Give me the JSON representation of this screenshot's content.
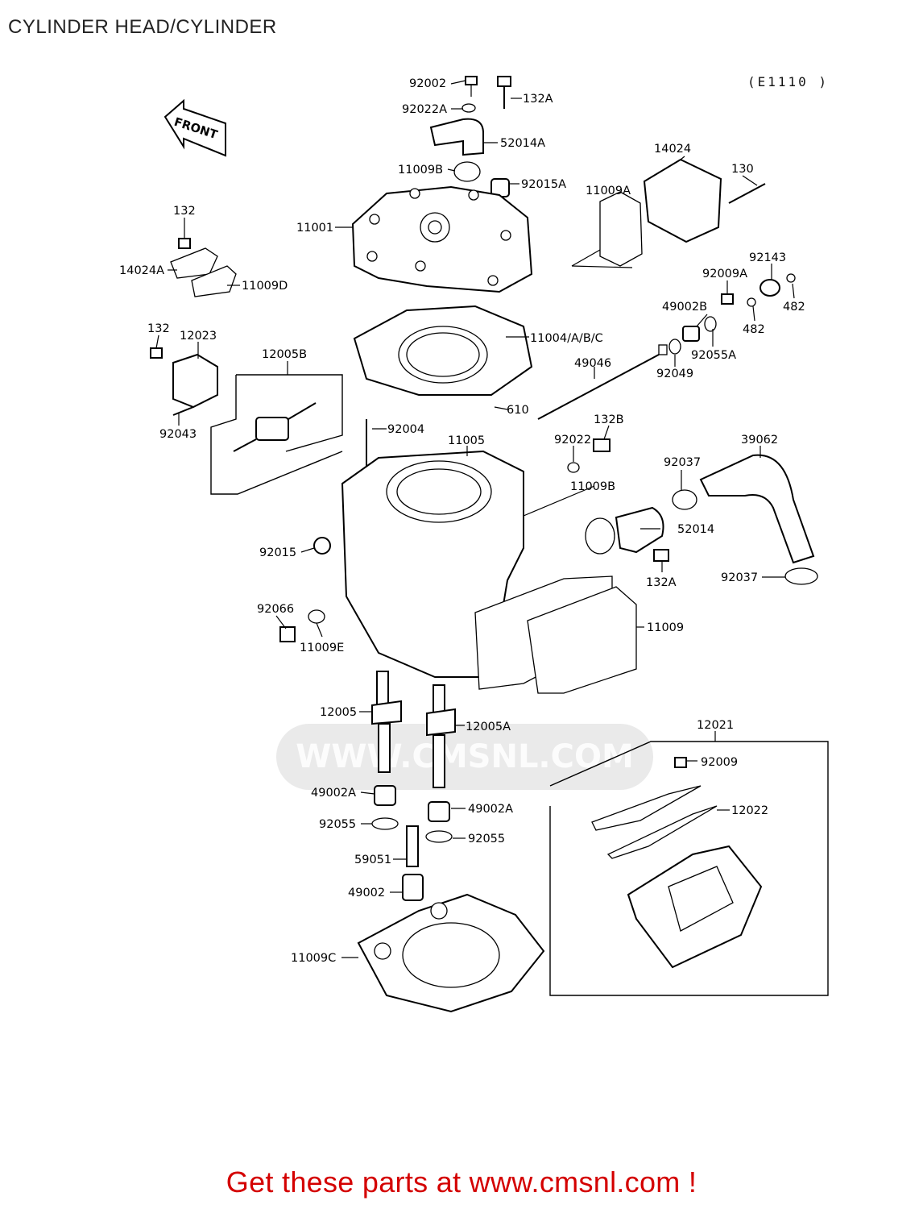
{
  "title": "CYLINDER HEAD/CYLINDER",
  "diagram_code": "(E1110 )",
  "front_arrow_label": "FRONT",
  "watermark": "WWW.CMSNL.COM",
  "footer": "Get these parts at www.cmsnl.com !",
  "callouts": [
    "92002",
    "132A",
    "92022A",
    "52014A",
    "11009B",
    "92015A",
    "11001",
    "14024",
    "130",
    "11009A",
    "132",
    "14024A",
    "11009D",
    "92143",
    "92009A",
    "482",
    "49002B",
    "482",
    "11004/A/B/C",
    "92055A",
    "132",
    "12023",
    "12005B",
    "49046",
    "92049",
    "92043",
    "610",
    "132B",
    "92004",
    "11005",
    "92022",
    "39062",
    "92037",
    "11009B",
    "52014",
    "92015",
    "132A",
    "92037",
    "92066",
    "11009",
    "11009E",
    "12021",
    "12005",
    "12005A",
    "92009",
    "49002A",
    "49002A",
    "12022",
    "92055",
    "92055",
    "59051",
    "49002",
    "11009C"
  ]
}
